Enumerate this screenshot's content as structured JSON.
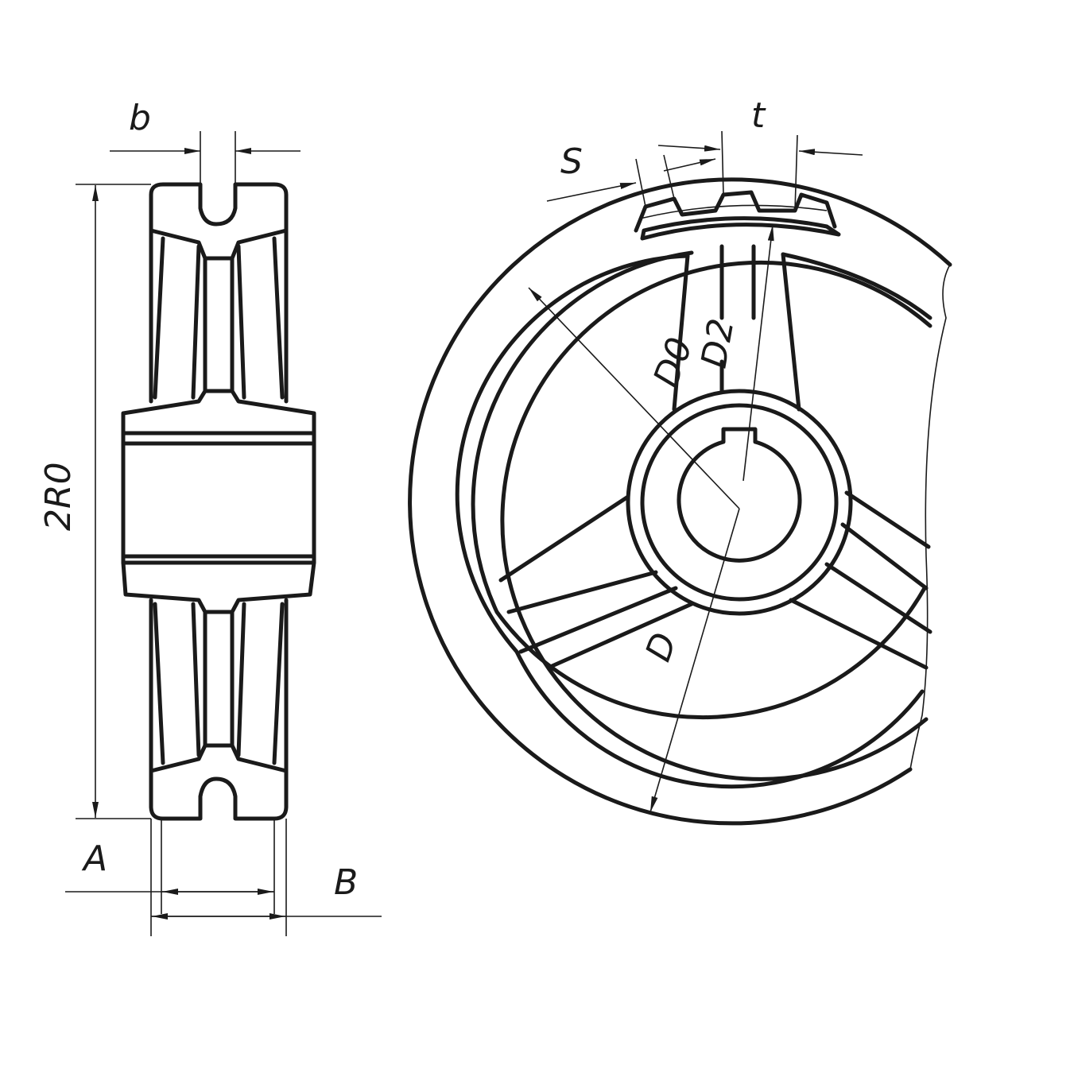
{
  "labels": {
    "b": "b",
    "two_r0": "2R0",
    "a": "A",
    "b_upper": "B",
    "s": "S",
    "t": "t",
    "d0": "D0",
    "d2": "D2",
    "d": "D"
  },
  "colors": {
    "ink": "#1a1a1a",
    "background": "#ffffff"
  }
}
